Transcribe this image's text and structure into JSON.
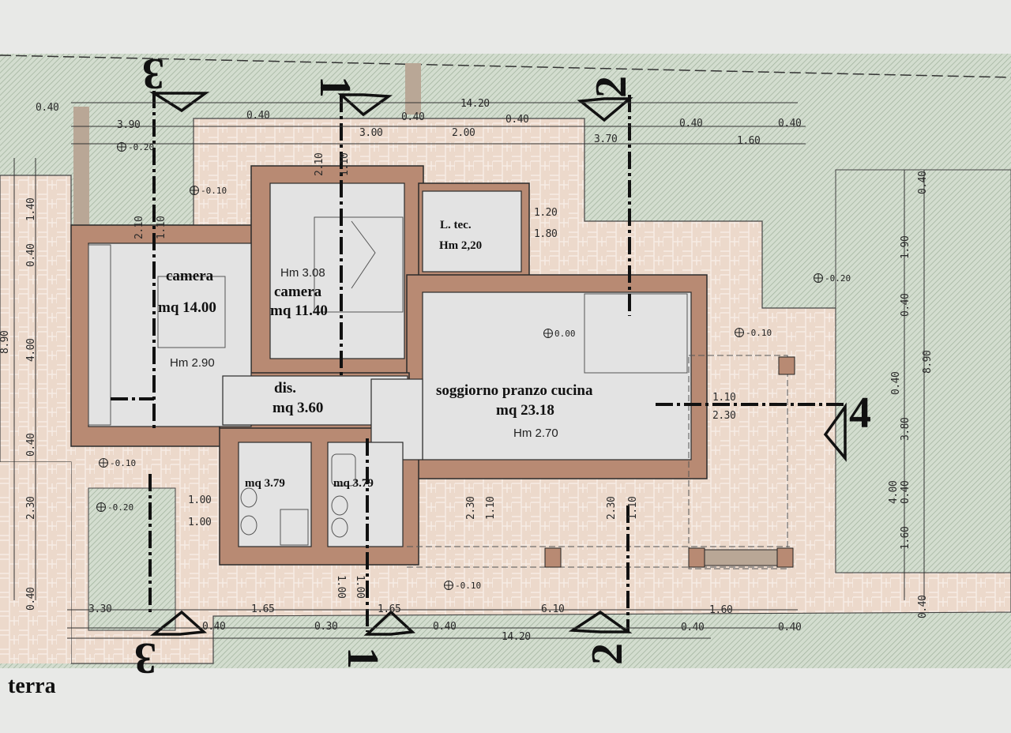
{
  "title": "terra",
  "colors": {
    "paper": "#e8e9e7",
    "garden": "#cdd8c9",
    "paving": "#ead6c8",
    "wall": "#b88a73",
    "floor": "#e3e3e3",
    "line": "#1b1b1b"
  },
  "rooms": [
    {
      "name": "camera",
      "area": "mq  14.00",
      "height": "Hm 2.90"
    },
    {
      "name": "camera",
      "area": "mq  11.40",
      "height": "Hm 3.08"
    },
    {
      "name": "L. tec.",
      "height": "Hm 2,20"
    },
    {
      "name": "dis.",
      "area": "mq  3.60"
    },
    {
      "name": "soggiorno pranzo cucina",
      "area": "mq  23.18",
      "height": "Hm 2.70"
    },
    {
      "area": "mq  3.79"
    },
    {
      "area": "mq  3.79"
    }
  ],
  "sections": [
    "3",
    "1",
    "2",
    "4",
    "3",
    "1",
    "2"
  ],
  "levels": [
    "-0.20",
    "-0.10",
    "0.00",
    "-0.20",
    "-0.10",
    "-0.10",
    "-0.20",
    "-0.10"
  ],
  "dims": [
    "0.40",
    "3.90",
    "0.40",
    "0.40",
    "3.00",
    "2.00",
    "0.40",
    "14.20",
    "3.70",
    "0.40",
    "1.60",
    "0.40",
    "2.10",
    "1.10",
    "2.10",
    "1.10",
    "1.40",
    "0.40",
    "4.00",
    "8.90",
    "0.40",
    "2.30",
    "0.40",
    "0.40",
    "1.90",
    "0.40",
    "8.90",
    "0.40",
    "3.80",
    "4.00",
    "0.40",
    "1.60",
    "0.40",
    "1.20",
    "1.80",
    "1.10",
    "2.30",
    "1.00",
    "1.00",
    "2.30",
    "1.10",
    "2.30",
    "1.10",
    "1.00",
    "1.00",
    "3.30",
    "1.65",
    "1.65",
    "6.10",
    "1.60",
    "0.40",
    "0.30",
    "0.40",
    "0.40",
    "0.40",
    "14.20"
  ]
}
